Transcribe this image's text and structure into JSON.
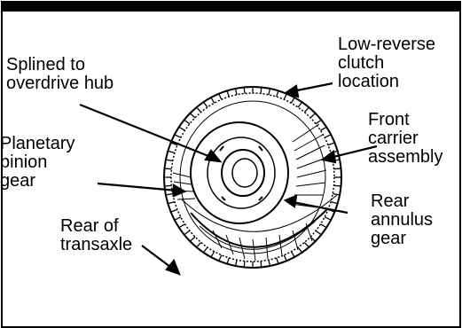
{
  "labels": {
    "splined": "Splined to\noverdrive hub",
    "low_reverse": "Low-reverse\nclutch\nlocation",
    "front_carrier": "Front\ncarrier\nassembly",
    "planetary": "Planetary\npinion\ngear",
    "rear_annulus": "Rear\nannulus\ngear",
    "rear_transaxle": "Rear of\ntransaxle"
  },
  "colors": {
    "ink": "#000000",
    "paper": "#ffffff"
  }
}
